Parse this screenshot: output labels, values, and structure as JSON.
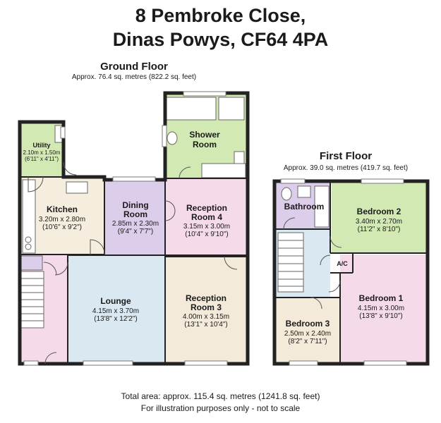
{
  "header": {
    "line1": "8 Pembroke Close,",
    "line2": "Dinas Powys, CF64 4PA"
  },
  "ground_floor": {
    "title": "Ground Floor",
    "area": "Approx. 76.4 sq. metres (822.2 sq. feet)",
    "rooms": {
      "utility": {
        "name": "Utility",
        "dim_m": "2.10m x 1.50m",
        "dim_ft": "(6'11\" x 4'11\")"
      },
      "shower": {
        "name1": "Shower",
        "name2": "Room"
      },
      "kitchen": {
        "name": "Kitchen",
        "dim_m": "3.20m x 2.80m",
        "dim_ft": "(10'6\" x 9'2\")"
      },
      "dining": {
        "name1": "Dining",
        "name2": "Room",
        "dim_m": "2.85m x 2.30m",
        "dim_ft": "(9'4\" x 7'7\")"
      },
      "reception4": {
        "name1": "Reception",
        "name2": "Room 4",
        "dim_m": "3.15m x 3.00m",
        "dim_ft": "(10'4\" x 9'10\")"
      },
      "lounge": {
        "name": "Lounge",
        "dim_m": "4.15m x 3.70m",
        "dim_ft": "(13'8\" x 12'2\")"
      },
      "reception3": {
        "name1": "Reception",
        "name2": "Room 3",
        "dim_m": "4.00m x 3.15m",
        "dim_ft": "(13'1\" x 10'4\")"
      }
    }
  },
  "first_floor": {
    "title": "First Floor",
    "area": "Approx. 39.0 sq. metres (419.7 sq. feet)",
    "rooms": {
      "bathroom": {
        "name": "Bathroom"
      },
      "bedroom2": {
        "name": "Bedroom 2",
        "dim_m": "3.40m x 2.70m",
        "dim_ft": "(11'2\" x 8'10\")"
      },
      "ac": {
        "name": "A/C"
      },
      "bedroom1": {
        "name": "Bedroom 1",
        "dim_m": "4.15m x 3.00m",
        "dim_ft": "(13'8\" x 9'10\")"
      },
      "bedroom3": {
        "name": "Bedroom 3",
        "dim_m": "2.50m x 2.40m",
        "dim_ft": "(8'2\" x 7'11\")"
      }
    }
  },
  "footer": {
    "total": "Total area: approx. 115.4 sq. metres (1241.8 sq. feet)",
    "note": "For illustration purposes only - not to scale"
  },
  "colors": {
    "green": "#d3e9b4",
    "pink": "#f5dbea",
    "lavender": "#dccdeb",
    "blue": "#d9e8f1",
    "beige": "#f3ead9",
    "tan": "#f5eedf"
  }
}
